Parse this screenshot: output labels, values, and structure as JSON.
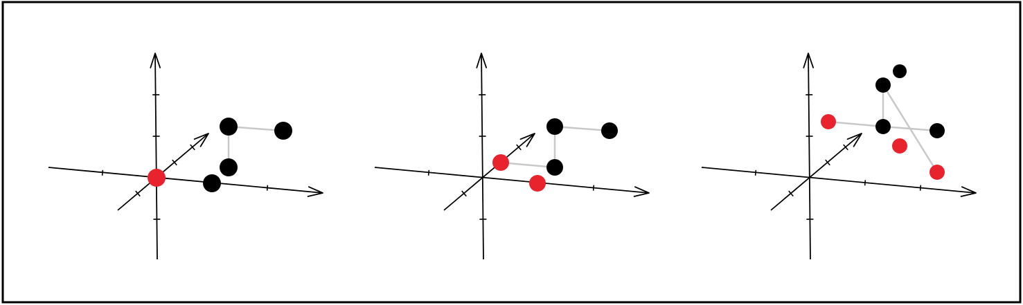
{
  "colors": {
    "frame": "#000000",
    "axis": "#000000",
    "black_point": "#000000",
    "red_point": "#e8232d",
    "connector": "#c8c8c8"
  },
  "panels": [
    {
      "id": "panel-1",
      "points": [
        {
          "id": "p1",
          "color": "red"
        },
        {
          "id": "p2",
          "color": "black"
        },
        {
          "id": "p3",
          "color": "black"
        },
        {
          "id": "p4",
          "color": "black"
        },
        {
          "id": "p5",
          "color": "black"
        }
      ],
      "connections": [
        [
          "p4",
          "p5"
        ],
        [
          "p3",
          "p4"
        ]
      ]
    },
    {
      "id": "panel-2",
      "points": [
        {
          "id": "p1",
          "color": "red"
        },
        {
          "id": "p2",
          "color": "red"
        },
        {
          "id": "p3",
          "color": "black"
        },
        {
          "id": "p4",
          "color": "black"
        },
        {
          "id": "p5",
          "color": "black"
        }
      ],
      "connections": [
        [
          "p1",
          "p3"
        ],
        [
          "p3",
          "p4"
        ],
        [
          "p4",
          "p5"
        ]
      ]
    },
    {
      "id": "panel-3",
      "points": [
        {
          "id": "p1",
          "color": "red"
        },
        {
          "id": "p2",
          "color": "black"
        },
        {
          "id": "p3",
          "color": "black"
        },
        {
          "id": "p4",
          "color": "black"
        },
        {
          "id": "p5",
          "color": "black"
        },
        {
          "id": "p6",
          "color": "red"
        },
        {
          "id": "p7",
          "color": "red"
        }
      ],
      "connections": [
        [
          "p1",
          "p2"
        ],
        [
          "p2",
          "p3"
        ],
        [
          "p2",
          "p4"
        ],
        [
          "p4",
          "p7"
        ]
      ]
    }
  ]
}
